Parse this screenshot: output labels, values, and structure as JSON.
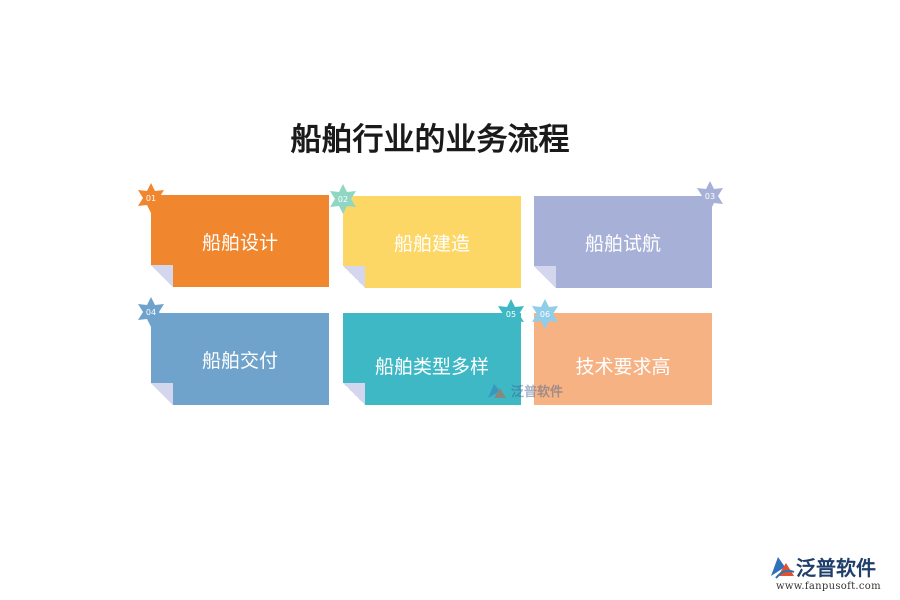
{
  "title": "船舶行业的业务流程",
  "cards": [
    {
      "label": "船舶设计",
      "badge": "01",
      "color": "#f0862d",
      "badge_color": "#f0862d"
    },
    {
      "label": "船舶建造",
      "badge": "02",
      "color": "#fdd766",
      "badge_color": "#8fd7c2"
    },
    {
      "label": "船舶试航",
      "badge": "03",
      "color": "#a7b1d7",
      "badge_color": "#a7b1d7"
    },
    {
      "label": "船舶交付",
      "badge": "04",
      "color": "#6fa3cb",
      "badge_color": "#6fa3cb"
    },
    {
      "label": "船舶类型多样",
      "badge": "05",
      "color": "#3eb8c5",
      "badge_color": "#3eb8c5"
    },
    {
      "label": "技术要求高",
      "badge": "06",
      "color": "#f6b283",
      "badge_color": "#8fcdea"
    }
  ],
  "watermark": {
    "text": "泛普软件",
    "icon": "fanpu-logo-icon"
  },
  "logo": {
    "name": "泛普软件",
    "url": "www.fanpusoft.com",
    "icon": "fanpu-logo-icon"
  }
}
